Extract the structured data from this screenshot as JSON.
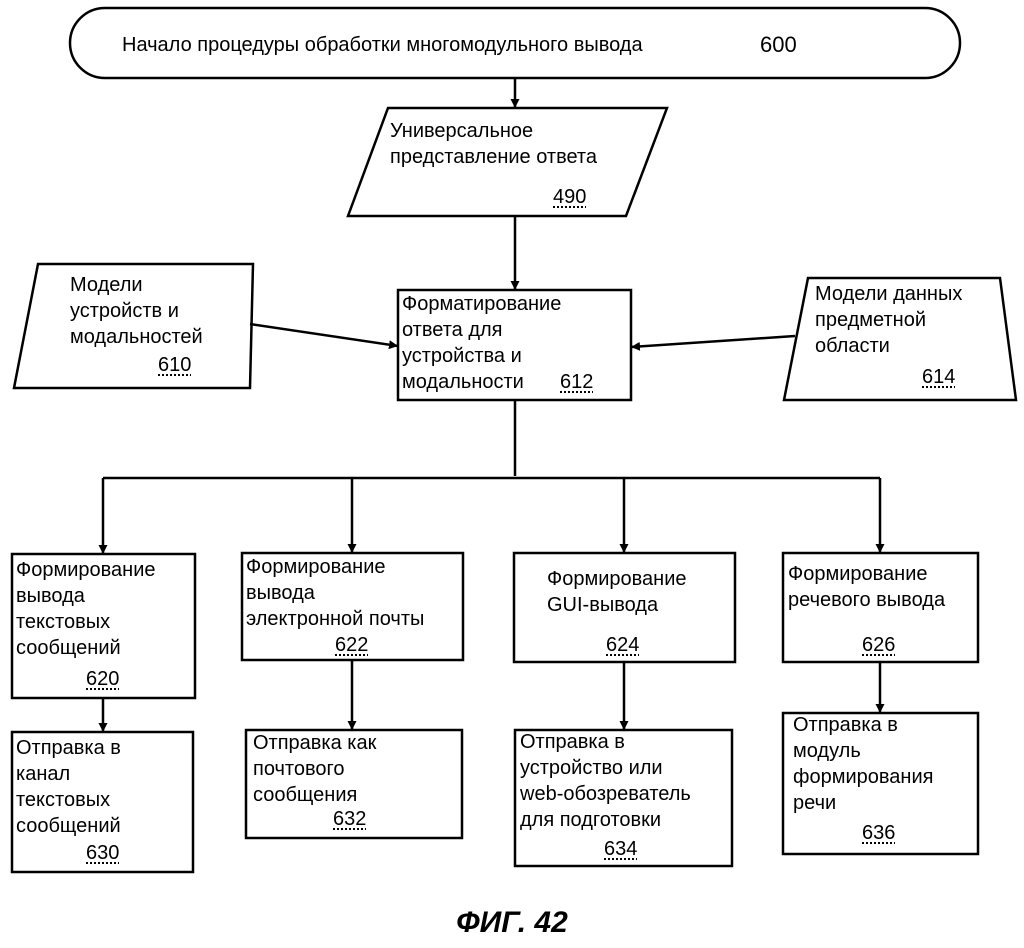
{
  "start": {
    "label": "Начало процедуры обработки многомодульного вывода",
    "ref": "600"
  },
  "universal": {
    "line1": "Универсальное",
    "line2": "представление ответа",
    "ref": "490"
  },
  "device_models": {
    "line1": "Модели",
    "line2": "устройств и",
    "line3": "модальностей",
    "ref": "610"
  },
  "formatting": {
    "line1": "Форматирование",
    "line2": "ответа для",
    "line3": "устройства и",
    "line4": "модальности",
    "ref": "612"
  },
  "domain_models": {
    "line1": "Модели данных",
    "line2": "предметной",
    "line3": "области",
    "ref": "614"
  },
  "text_out": {
    "line1": "Формирование",
    "line2": "вывода",
    "line3": "текстовых",
    "line4": "сообщений",
    "ref": "620"
  },
  "email_out": {
    "line1": "Формирование",
    "line2": "вывода",
    "line3": "электронной почты",
    "ref": "622"
  },
  "gui_out": {
    "line1": "Формирование",
    "line2": "GUI-вывода",
    "ref": "624"
  },
  "speech_out": {
    "line1": "Формирование",
    "line2": "речевого вывода",
    "ref": "626"
  },
  "text_send": {
    "line1": "Отправка в",
    "line2": "канал",
    "line3": "текстовых",
    "line4": "сообщений",
    "ref": "630"
  },
  "email_send": {
    "line1": "Отправка как",
    "line2": "почтового",
    "line3": "сообщения",
    "ref": "632"
  },
  "gui_send": {
    "line1": "Отправка в",
    "line2": "устройство или",
    "line3": "web-обозреватель",
    "line4": "для подготовки",
    "ref": "634"
  },
  "speech_send": {
    "line1": "Отправка в",
    "line2": "модуль",
    "line3": "формирования",
    "line4": "речи",
    "ref": "636"
  },
  "figure": {
    "caption": "ФИГ. 42"
  }
}
